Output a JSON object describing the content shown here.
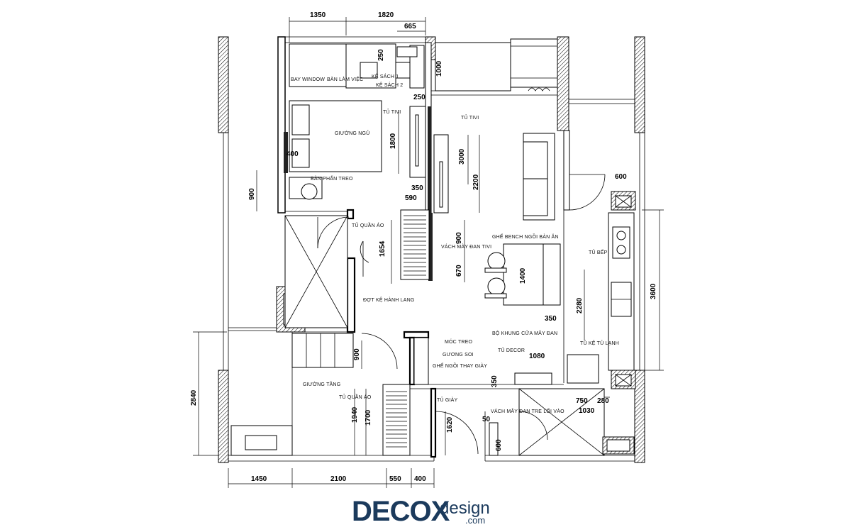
{
  "dimensions": {
    "top_1350": "1350",
    "top_1820": "1820",
    "top_665": "665",
    "top_1000": "1000",
    "top_250a": "250",
    "top_250b": "250",
    "d_1800": "1800",
    "d_3000": "3000",
    "d_2200": "2200",
    "d_350a": "350",
    "d_590": "590",
    "d_400": "400",
    "d_900a": "900",
    "d_1654": "1654",
    "d_900b": "900",
    "d_670": "670",
    "d_1400": "1400",
    "d_600a": "600",
    "d_3600": "3600",
    "d_2280": "2280",
    "d_350b": "350",
    "d_1080": "1080",
    "d_900c": "900",
    "d_350c": "350",
    "d_750": "750",
    "d_280": "280",
    "d_1030": "1030",
    "d_50": "50",
    "d_600b": "600",
    "d_1620": "1620",
    "d_1940": "1940",
    "d_1700": "1700",
    "d_2840": "2840",
    "bot_1450": "1450",
    "bot_2100": "2100",
    "bot_550": "550",
    "bot_400": "400"
  },
  "labels": {
    "bay_window": "BAY WINDOW",
    "ban_lam_viec": "BÀN LÀM VIỆC",
    "ke_sach_1": "KỆ SÁCH 1",
    "ke_sach_2": "KỆ SÁCH 2",
    "tu_tivi_1": "TỦ TIVI",
    "tu_tivi_2": "TỦ TIVI",
    "giuong_ngu": "GIƯỜNG NGỦ",
    "ban_phan_treo": "BÀN PHẤN TREO",
    "tu_quan_ao_1": "TỦ QUẦN ÁO",
    "vach_may_dan_tivi": "VÁCH MÀY ĐAN TIVI",
    "ghe_bench": "GHẾ BENCH NGỒI BÀN ĂN",
    "tu_bep": "TỦ BẾP",
    "dot_ke_hanh_lang": "ĐỢT KỆ HÀNH LANG",
    "moc_treo": "MÓC TREO",
    "guong_soi": "GƯƠNG SOI",
    "ghe_ngoi_thay_giay": "GHẾ NGỒI THAY GIÀY",
    "bo_khung_cua": "BỘ KHUNG CỬA MÂY ĐAN",
    "tu_decor": "TỦ DECOR",
    "tu_ke_tu_lanh": "TỦ KỆ TỦ LẠNH",
    "giuong_tang": "GIƯỜNG TẦNG",
    "tu_quan_ao_2": "TỦ QUẦN ÁO",
    "tu_giay": "TỦ GIÀY",
    "vach_may_dan_tre": "VÁCH MÂY ĐAN TRE LỐI VÀO"
  },
  "logo": {
    "main": "DECOX",
    "sub": "design",
    "com": ".com"
  }
}
